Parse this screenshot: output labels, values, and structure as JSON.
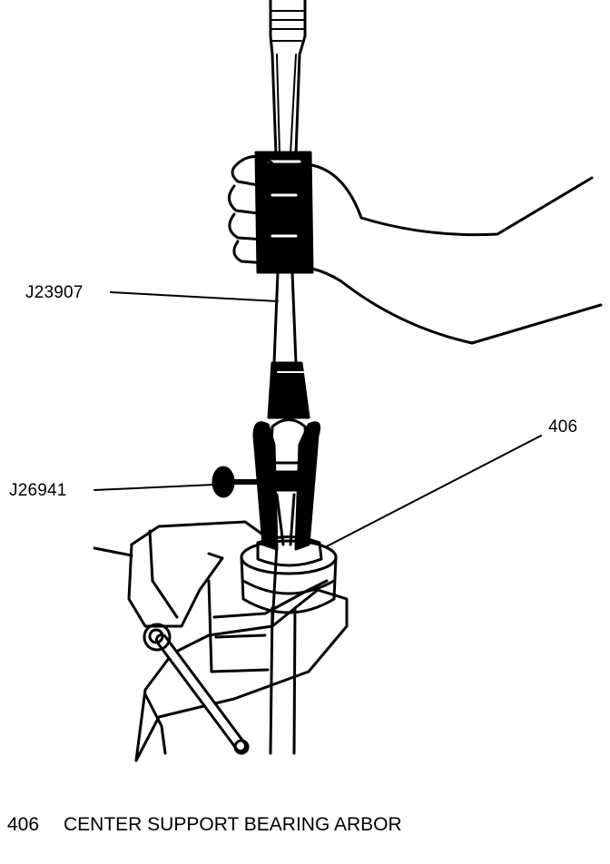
{
  "figure": {
    "callouts": {
      "tool_a": "J23907",
      "tool_b": "J26941",
      "part_406": "406"
    },
    "legend": [
      {
        "number": "406",
        "text": "CENTER SUPPORT BEARING ARBOR"
      }
    ],
    "colors": {
      "ink": "#000000",
      "paper": "#ffffff"
    }
  }
}
